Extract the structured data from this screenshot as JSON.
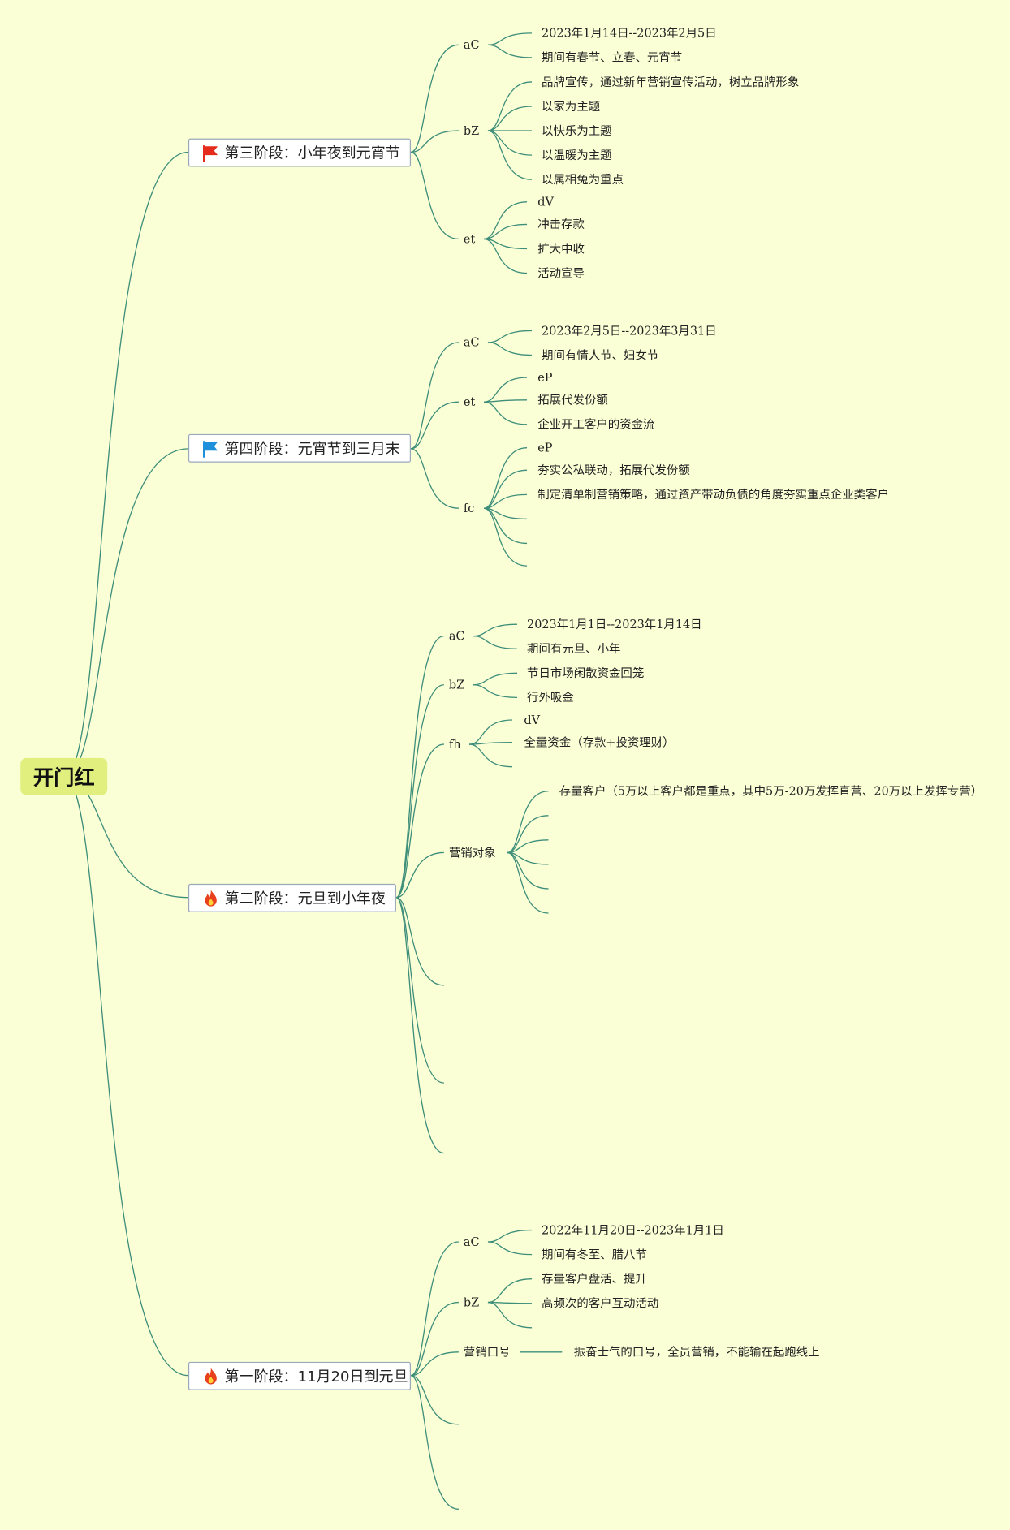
{
  "root": "开门红",
  "stages": [
    {
      "icon": "red-flag-icon",
      "title": "第三阶段：小年夜到元宵节",
      "branches": [
        {
          "label": "aC",
          "items": [
            "2023年1月14日--2023年2月5日",
            "期间有春节、立春、元宵节"
          ]
        },
        {
          "label": "bZ",
          "items": [
            "品牌宣传，通过新年营销宣传活动，树立品牌形象",
            "以家为主题",
            "以快乐为主题",
            "以温暖为主题",
            "以属相兔为重点"
          ]
        },
        {
          "label": "et",
          "items": [
            "dV",
            "冲击存款",
            "扩大中收",
            "活动宣导"
          ]
        }
      ]
    },
    {
      "icon": "blue-flag-icon",
      "title": "第四阶段：元宵节到三月末",
      "branches": [
        {
          "label": "aC",
          "items": [
            "2023年2月5日--2023年3月31日",
            "期间有情人节、妇女节"
          ]
        },
        {
          "label": "et",
          "items": [
            "eP",
            "拓展代发份额",
            "企业开工客户的资金流"
          ]
        },
        {
          "label": "fc",
          "items": [
            "eP",
            "夯实公私联动，拓展代发份额",
            "制定清单制营销策略，通过资产带动负债的角度夯实重点企业类客户"
          ]
        }
      ]
    },
    {
      "icon": "fire-icon",
      "title": "第二阶段：元旦到小年夜",
      "branches": [
        {
          "label": "aC",
          "items": [
            "2023年1月1日--2023年1月14日",
            "期间有元旦、小年"
          ]
        },
        {
          "label": "bZ",
          "items": [
            "节日市场闲散资金回笼",
            "行外吸金"
          ]
        },
        {
          "label": "fh",
          "items": [
            "dV",
            "全量资金（存款+投资理财）"
          ]
        },
        {
          "label": "营销对象",
          "items": [
            "存量客户（5万以上客户都是重点，其中5万-20万发挥直营、20万以上发挥专营）"
          ]
        }
      ]
    },
    {
      "icon": "fire-icon",
      "title": "第一阶段：11月20日到元旦",
      "branches": [
        {
          "label": "aC",
          "items": [
            "2022年11月20日--2023年1月1日",
            "期间有冬至、腊八节"
          ]
        },
        {
          "label": "bZ",
          "items": [
            "存量客户盘活、提升",
            "高频次的客户互动活动"
          ]
        },
        {
          "label": "营销口号",
          "items": [
            "振奋士气的口号，全员营销，不能输在起跑线上"
          ]
        }
      ]
    }
  ],
  "colors": {
    "background": "#FBFFD6",
    "root": "#E1EF7E",
    "edge": "#3E8E7A",
    "flag_red": "#E52C1C",
    "flag_blue": "#1E8FDB",
    "fire": "#E8401C"
  }
}
